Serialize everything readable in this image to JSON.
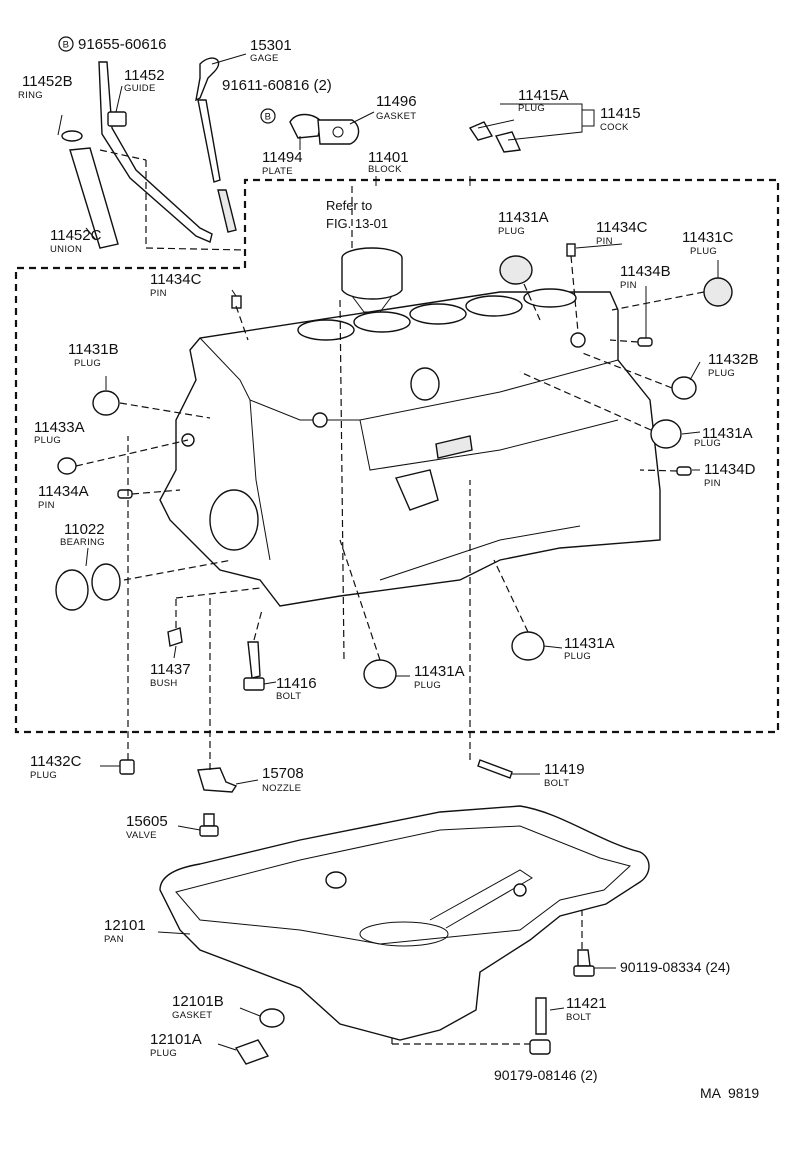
{
  "diagram_code": "MA  9819",
  "reference_note": {
    "line1": "Refer to",
    "line2": "FIG. 13-01"
  },
  "callouts": [
    {
      "key": "c91655",
      "number": "91655-60616",
      "name": "",
      "badge": "B"
    },
    {
      "key": "c15301",
      "number": "15301",
      "name": "GAGE"
    },
    {
      "key": "c11452B",
      "number": "11452B",
      "name": "RING"
    },
    {
      "key": "c11452",
      "number": "11452",
      "name": "GUIDE"
    },
    {
      "key": "c91611",
      "number": "91611-60816 (2)",
      "name": "",
      "badge": "B"
    },
    {
      "key": "c11496",
      "number": "11496",
      "name": "GASKET"
    },
    {
      "key": "c11415A",
      "number": "11415A",
      "name": "PLUG"
    },
    {
      "key": "c11415",
      "number": "11415",
      "name": "COCK"
    },
    {
      "key": "c11494",
      "number": "11494",
      "name": "PLATE"
    },
    {
      "key": "c11401",
      "number": "11401",
      "name": "BLOCK"
    },
    {
      "key": "c11452C",
      "number": "11452C",
      "name": "UNION"
    },
    {
      "key": "c11431A_top",
      "number": "11431A",
      "name": "PLUG"
    },
    {
      "key": "c11434C_top",
      "number": "11434C",
      "name": "PIN"
    },
    {
      "key": "c11431C",
      "number": "11431C",
      "name": "PLUG"
    },
    {
      "key": "c11434C_left",
      "number": "11434C",
      "name": "PIN"
    },
    {
      "key": "c11434B",
      "number": "11434B",
      "name": "PIN"
    },
    {
      "key": "c11431B",
      "number": "11431B",
      "name": "PLUG"
    },
    {
      "key": "c11432B",
      "number": "11432B",
      "name": "PLUG"
    },
    {
      "key": "c11433A",
      "number": "11433A",
      "name": "PLUG"
    },
    {
      "key": "c11431A_right",
      "number": "11431A",
      "name": "PLUG"
    },
    {
      "key": "c11434A",
      "number": "11434A",
      "name": "PIN"
    },
    {
      "key": "c11434D",
      "number": "11434D",
      "name": "PIN"
    },
    {
      "key": "c11022",
      "number": "11022",
      "name": "BEARING"
    },
    {
      "key": "c11431A_low",
      "number": "11431A",
      "name": "PLUG"
    },
    {
      "key": "c11437",
      "number": "11437",
      "name": "BUSH"
    },
    {
      "key": "c11416",
      "number": "11416",
      "name": "BOLT"
    },
    {
      "key": "c11431A_mid",
      "number": "11431A",
      "name": "PLUG"
    },
    {
      "key": "c11432C",
      "number": "11432C",
      "name": "PLUG"
    },
    {
      "key": "c15708",
      "number": "15708",
      "name": "NOZZLE"
    },
    {
      "key": "c11419",
      "number": "11419",
      "name": "BOLT"
    },
    {
      "key": "c15605",
      "number": "15605",
      "name": "VALVE"
    },
    {
      "key": "c12101",
      "number": "12101",
      "name": "PAN"
    },
    {
      "key": "c90119",
      "number": "90119-08334 (24)",
      "name": ""
    },
    {
      "key": "c12101B",
      "number": "12101B",
      "name": "GASKET"
    },
    {
      "key": "c11421",
      "number": "11421",
      "name": "BOLT"
    },
    {
      "key": "c12101A",
      "number": "12101A",
      "name": "PLUG"
    },
    {
      "key": "c90179",
      "number": "90179-08146 (2)",
      "name": ""
    }
  ]
}
